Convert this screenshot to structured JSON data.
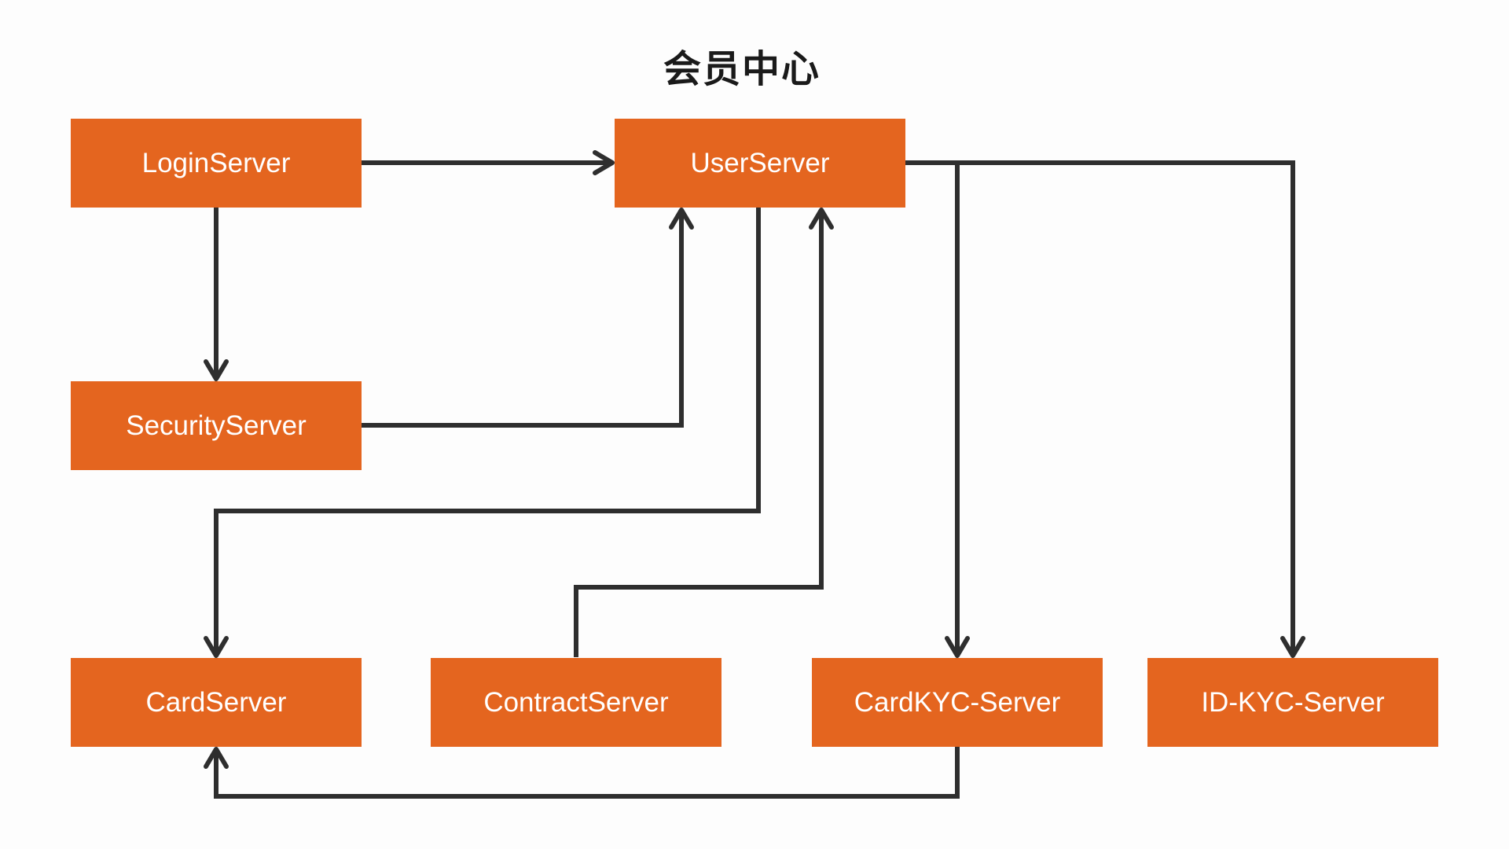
{
  "title": "会员中心",
  "colors": {
    "node_fill": "#E4651F",
    "node_text": "#FFFFFF",
    "edge": "#2E2E2E",
    "background": "#FDFDFD",
    "title_text": "#1A1A1A"
  },
  "nodes": [
    {
      "id": "login",
      "label": "LoginServer"
    },
    {
      "id": "user",
      "label": "UserServer"
    },
    {
      "id": "security",
      "label": "SecurityServer"
    },
    {
      "id": "card",
      "label": "CardServer"
    },
    {
      "id": "contract",
      "label": "ContractServer"
    },
    {
      "id": "cardkyc",
      "label": "CardKYC-Server"
    },
    {
      "id": "idkyc",
      "label": "ID-KYC-Server"
    }
  ],
  "edges": [
    {
      "from": "LoginServer",
      "to": "UserServer"
    },
    {
      "from": "LoginServer",
      "to": "SecurityServer"
    },
    {
      "from": "SecurityServer",
      "to": "UserServer"
    },
    {
      "from": "UserServer",
      "to": "CardServer"
    },
    {
      "from": "ContractServer",
      "to": "UserServer"
    },
    {
      "from": "UserServer",
      "to": "CardKYC-Server"
    },
    {
      "from": "UserServer",
      "to": "ID-KYC-Server"
    },
    {
      "from": "CardKYC-Server",
      "to": "CardServer"
    }
  ]
}
